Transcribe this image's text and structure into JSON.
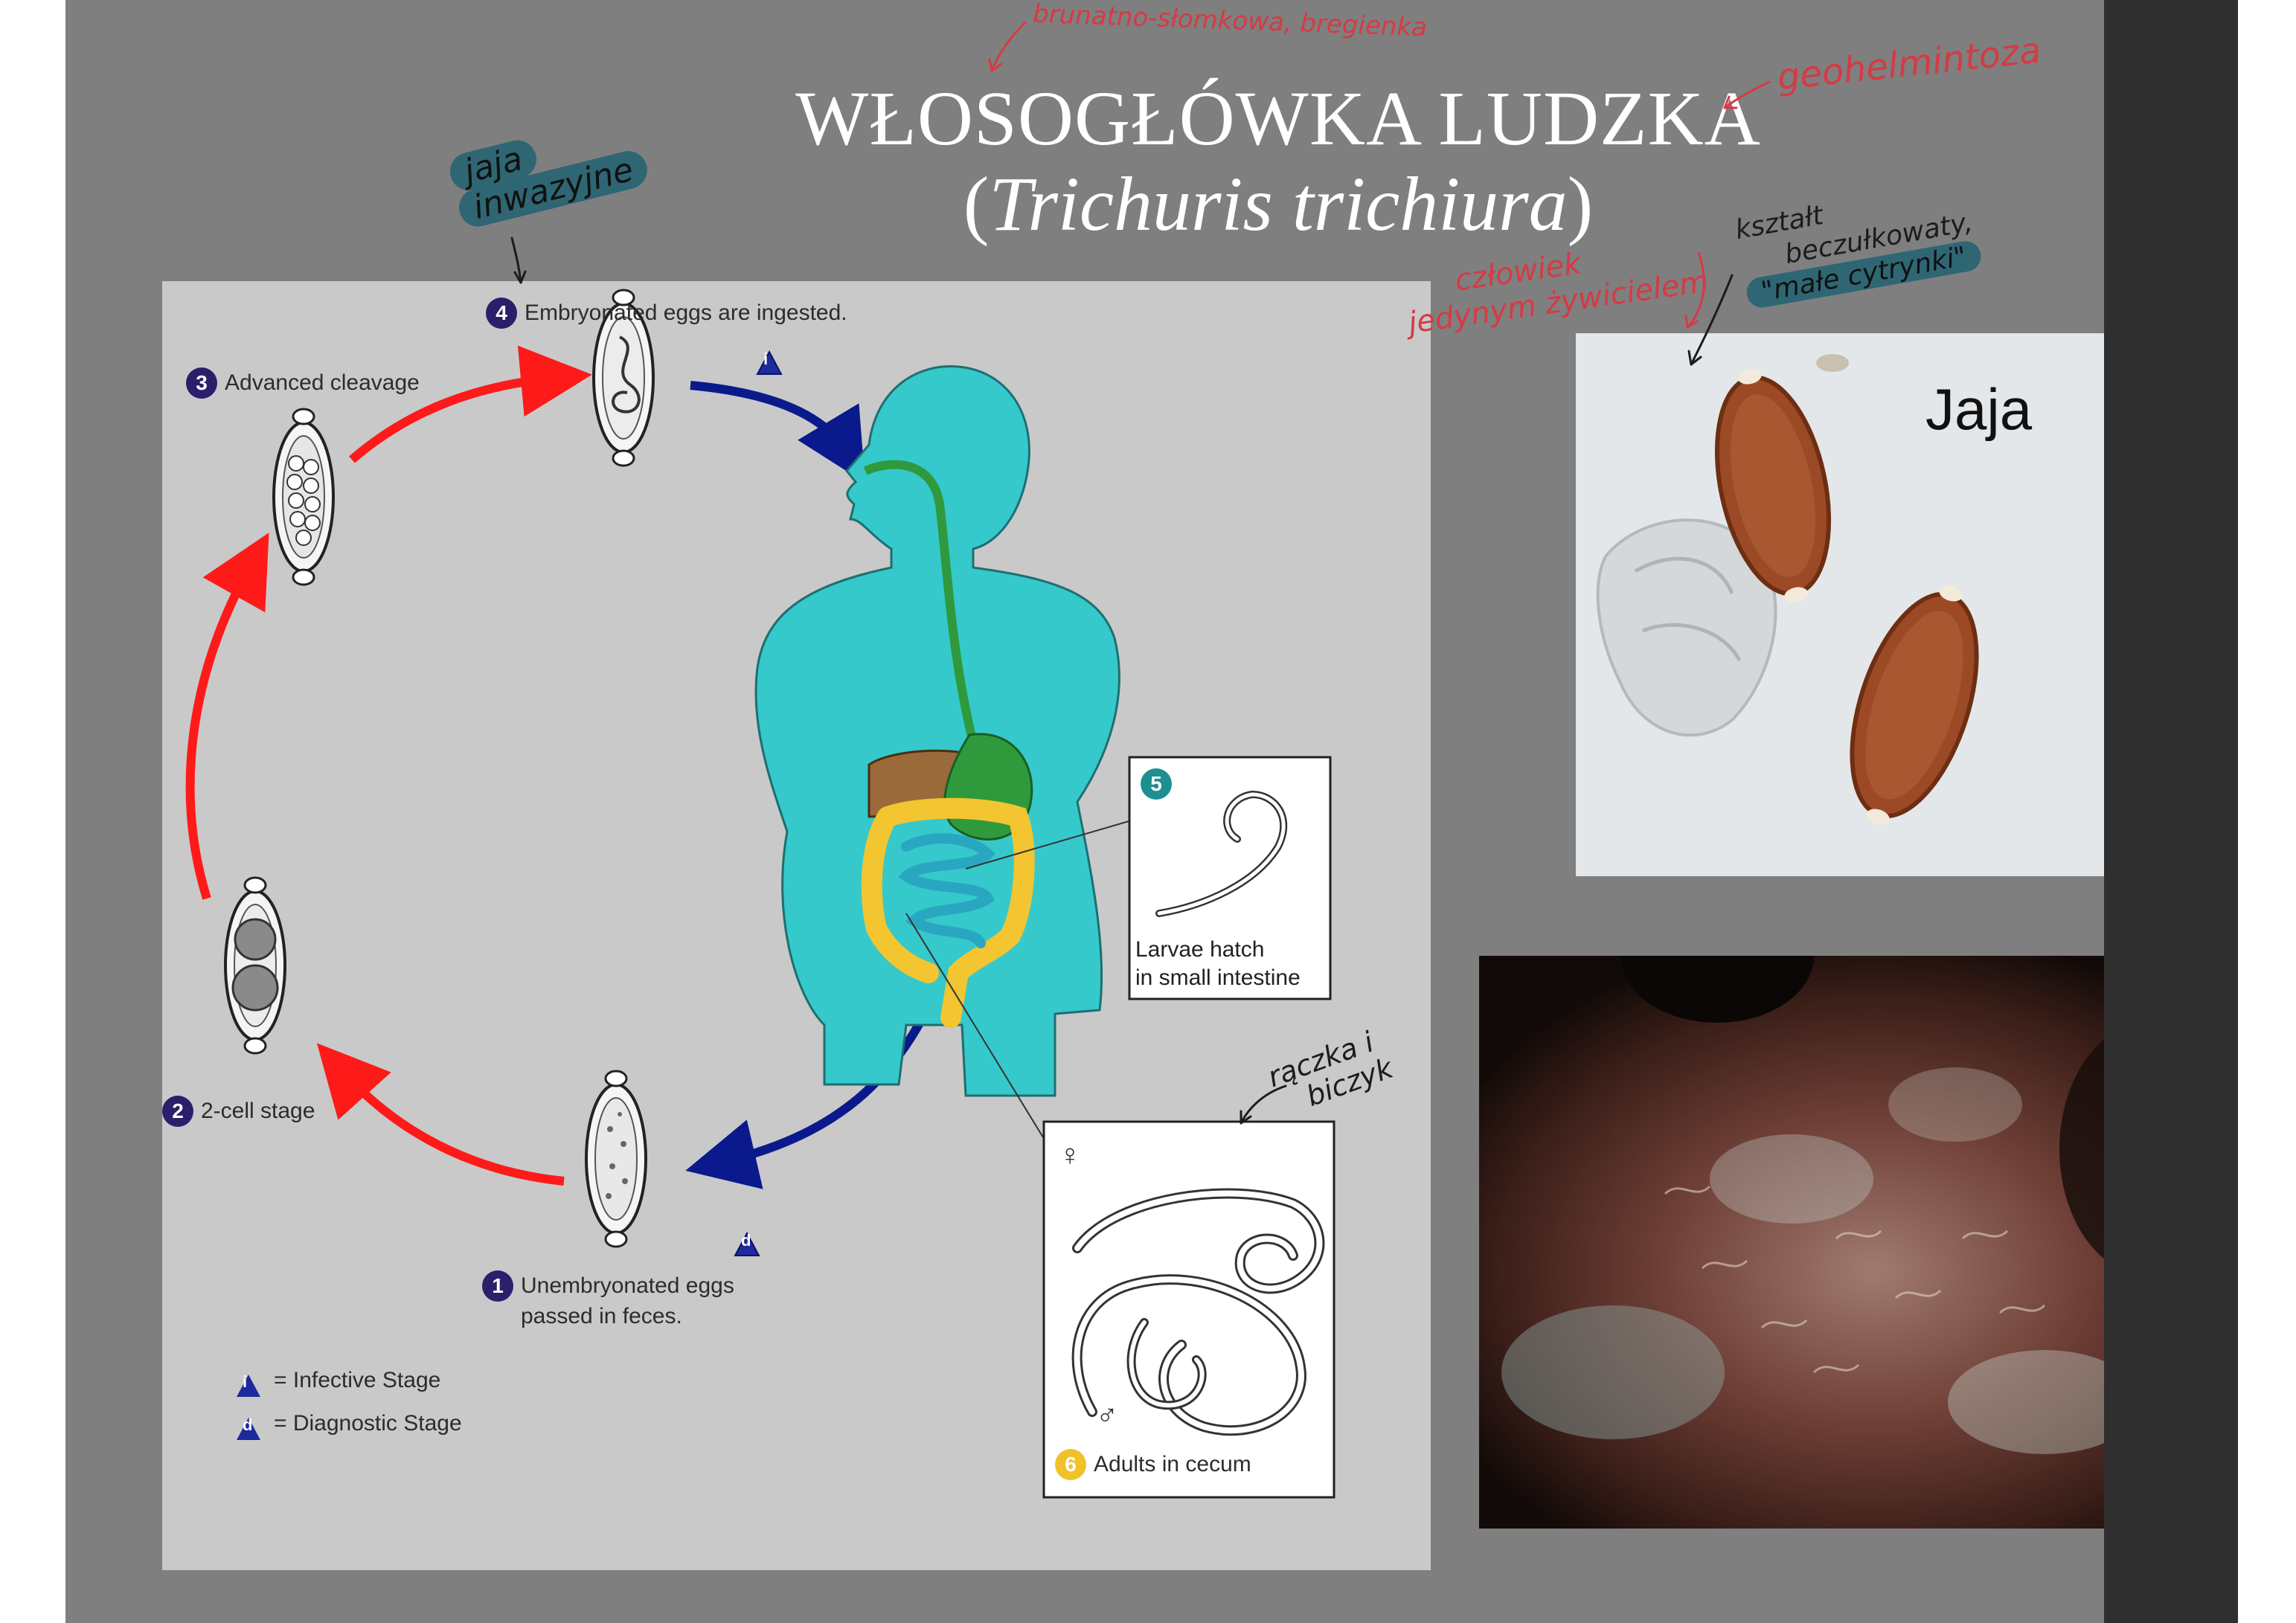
{
  "slide": {
    "title_main": "WŁOSOGŁÓWKA LUDZKA",
    "title_sub_open": "(",
    "title_sub_species": "Trichuris trichiura",
    "title_sub_close": ")"
  },
  "lifecycle": {
    "stages": [
      {
        "number": "1",
        "text_line1": "Unembryonated eggs",
        "text_line2": "passed in feces."
      },
      {
        "number": "2",
        "text": "2-cell stage"
      },
      {
        "number": "3",
        "text": "Advanced cleavage"
      },
      {
        "number": "4",
        "text": "Embryonated eggs are ingested."
      },
      {
        "number": "5",
        "text_line1": "Larvae hatch",
        "text_line2": "in small intestine"
      },
      {
        "number": "6",
        "text": "Adults in cecum"
      }
    ],
    "markers": {
      "infective": "i",
      "diagnostic": "d"
    },
    "legend": {
      "infective": "= Infective Stage",
      "diagnostic": "= Diagnostic Stage"
    },
    "symbols": {
      "female": "♀",
      "male": "♂"
    }
  },
  "photo": {
    "eggs_label": "Jaja"
  },
  "annotations": {
    "top_red": "brunatno-słomkowa, bregienka",
    "right_red": "geohelmintoza",
    "human_red_line1": "człowiek",
    "human_red_line2": "jedynym żywicielem",
    "shape_line1": "kształt",
    "shape_line2": "beczułkowaty,",
    "shape_line3": "\"małe",
    "shape_line4": "cytrynki\"",
    "eggs_note_line1": "jaja",
    "eggs_note_line2": "inwazyjne",
    "whip_note_line1": "rączka i",
    "whip_note_line2": "biczyk"
  },
  "colors": {
    "slide_bg": "#7f7f7f",
    "diagram_bg": "#c9c9c9",
    "red_arrow": "#ff1a1a",
    "blue_arrow": "#0a1a8c",
    "body": "#35c9cc",
    "stomach": "#2f9a3c",
    "liver": "#9a6a3a",
    "colon": "#f2c531",
    "intestine": "#2aa7c0"
  }
}
